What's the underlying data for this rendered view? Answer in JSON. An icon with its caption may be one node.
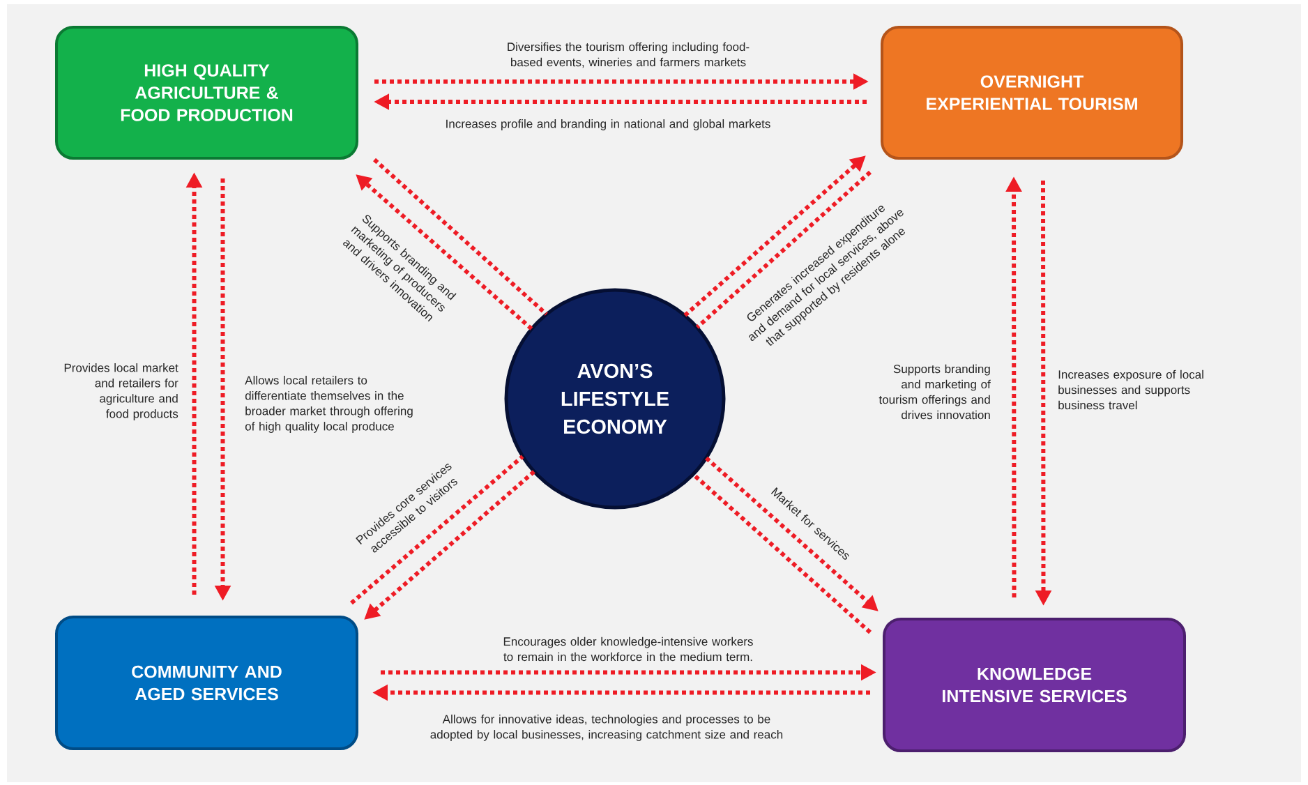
{
  "diagram": {
    "nodes": [
      {
        "text": [
          "HIGH QUALITY AGRICULTURE & FOOD PRODUCTION"
        ]
      },
      {
        "text": [
          "OVERNIGHT EXPERIENTIAL TOURISM"
        ]
      },
      {
        "text": [
          "AVON’S LIFESTYLE ECONOMY"
        ]
      },
      {
        "text": [
          "COMMUNITY AND AGED SERVICES"
        ]
      },
      {
        "text": [
          "KNOWLEDGE INTENSIVE SERVICES"
        ]
      }
    ],
    "edges": [
      {
        "from": 0,
        "to": 1,
        "arrow": "to",
        "label": "Diversifies the tourism offering including food-based events, wineries and farmers markets"
      },
      {
        "from": 1,
        "to": 0,
        "arrow": "to",
        "label": "Increases profile and branding in national and global markets"
      },
      {
        "from": 3,
        "to": 0,
        "arrow": "to",
        "label": "Provides local market and retailers for agriculture and food products"
      },
      {
        "from": 0,
        "to": 3,
        "arrow": "to",
        "label": "Allows local retailers to differentiate themselves in the broader market through offering of high quality local produce"
      },
      {
        "from": 4,
        "to": 1,
        "arrow": "to",
        "label": "Supports branding and marketing of tourism offerings and drives innovation"
      },
      {
        "from": 1,
        "to": 4,
        "arrow": "to",
        "label": "Increases exposure of local businesses and supports business travel"
      },
      {
        "from": 3,
        "to": 4,
        "arrow": "to",
        "label": "Encourages older knowledge-intensive workers to remain in the workforce in the medium term."
      },
      {
        "from": 4,
        "to": 3,
        "arrow": "to",
        "label": "Allows for innovative ideas, technologies and processes to be adopted by local businesses, increasing catchment size and reach"
      },
      {
        "from": 2,
        "to": 0,
        "arrow": "to",
        "label": "Supports branding and marketing of producers and drivers innovation"
      },
      {
        "from": 0,
        "to": 2,
        "arrow": "none"
      },
      {
        "from": 2,
        "to": 4,
        "arrow": "to",
        "label": "Market for services"
      },
      {
        "from": 4,
        "to": 2,
        "arrow": "none"
      },
      {
        "from": 2,
        "to": 1,
        "arrow": "to"
      },
      {
        "from": 1,
        "to": 2,
        "arrow": "none",
        "label": "Generates increased expenditure and demand for local services, above that supported by residents alone"
      },
      {
        "from": 2,
        "to": 3,
        "arrow": "to"
      },
      {
        "from": 3,
        "to": 2,
        "arrow": "none",
        "label": "Provides core services accessible to visitors"
      }
    ]
  }
}
